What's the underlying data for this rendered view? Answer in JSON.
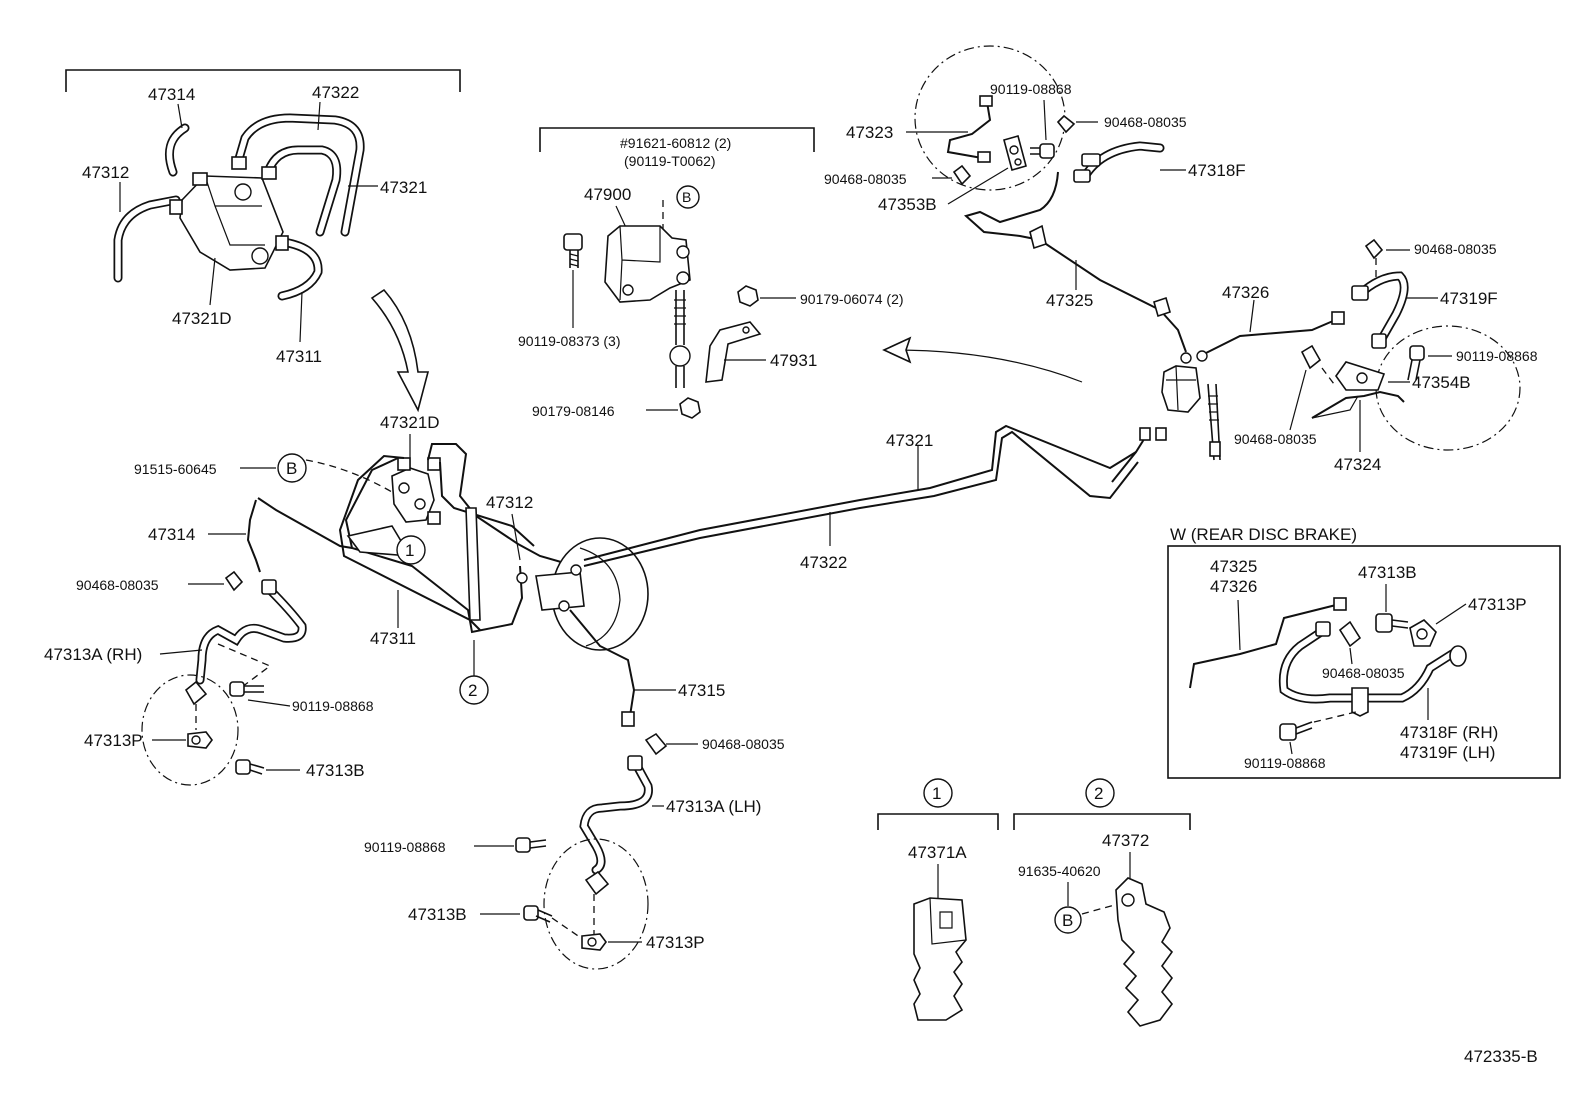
{
  "labels": {
    "top_left_assembly": {
      "p47314": "47314",
      "p47322": "47322",
      "p47312": "47312",
      "p47321": "47321",
      "p47321D": "47321D",
      "p47311": "47311"
    },
    "master_cylinder_inset": {
      "bolt_note": "#91621-60812 (2)",
      "bolt_note_alt": "(90119-T0062)",
      "ref_b": "B",
      "p47900": "47900",
      "p90119_08373": "90119-08373 (3)",
      "p90179_06074": "90179-06074 (2)",
      "p47931": "47931",
      "p90179_08146": "90179-08146"
    },
    "rear_right": {
      "p90119_08868_a": "90119-08868",
      "p90468_08035_a": "90468-08035",
      "p47323": "47323",
      "p90468_08035_b": "90468-08035",
      "p47318F": "47318F",
      "p47353B": "47353B",
      "p47325": "47325",
      "p47326": "47326",
      "p90468_08035_c": "90468-08035",
      "p47319F": "47319F",
      "p90119_08868_b": "90119-08868",
      "p47354B": "47354B",
      "p90468_08035_d": "90468-08035",
      "p47324": "47324"
    },
    "main_body": {
      "p47321D": "47321D",
      "p91515_60645": "91515-60645",
      "ref_b": "B",
      "p47314": "47314",
      "callout_1": "1",
      "p47312": "47312",
      "p47321": "47321",
      "p47322": "47322",
      "p90468_08035": "90468-08035",
      "p47311": "47311",
      "callout_2": "2",
      "p47313A_RH": "47313A (RH)",
      "p90119_08868": "90119-08868",
      "p47313P": "47313P",
      "p47313B": "47313B",
      "p47315": "47315",
      "p90468_08035_b": "90468-08035",
      "p47313A_LH": "47313A (LH)",
      "p90119_08868_b": "90119-08868",
      "p47313B_b": "47313B",
      "p47313P_b": "47313P"
    },
    "rear_disc_box": {
      "title": "W (REAR DISC BRAKE)",
      "p47325": "47325",
      "p47326": "47326",
      "p47313B": "47313B",
      "p47313P": "47313P",
      "p90468_08035": "90468-08035",
      "p47318F_RH": "47318F (RH)",
      "p47319F_LH": "47319F (LH)",
      "p90119_08868": "90119-08868"
    },
    "clamp_details": {
      "callout_1": "1",
      "p47371A": "47371A",
      "callout_2": "2",
      "p47372": "47372",
      "p91635_40620": "91635-40620",
      "ref_b": "B"
    },
    "figure_code": "472335-B"
  }
}
